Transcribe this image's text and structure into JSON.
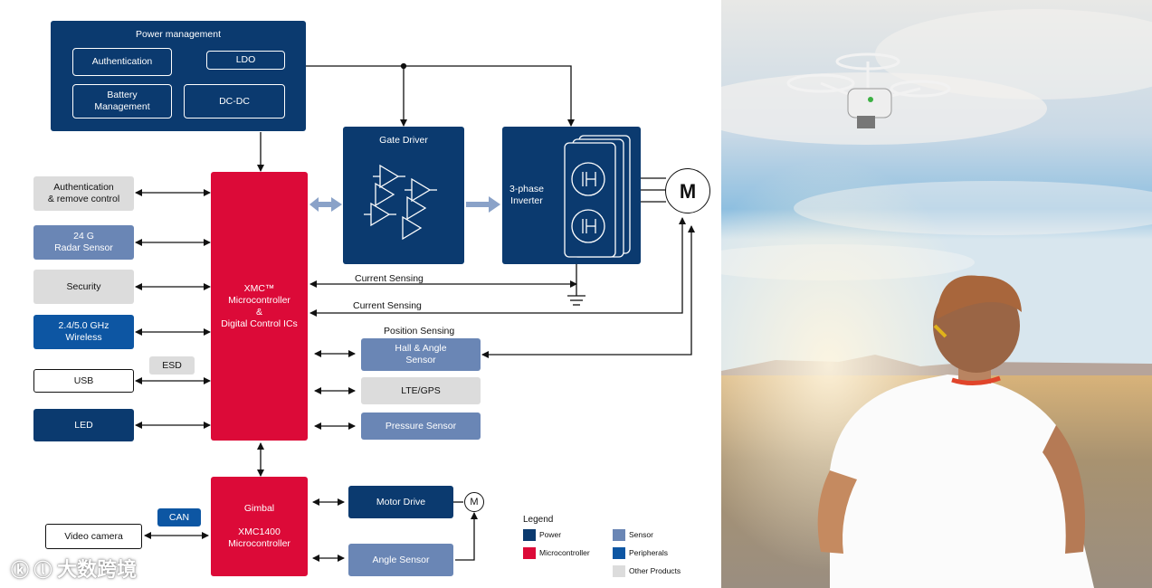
{
  "power_management": {
    "title": "Power management",
    "authentication": "Authentication",
    "ldo": "LDO",
    "battery_management": "Battery\nManagement",
    "dcdc": "DC-DC"
  },
  "gate_driver": {
    "title": "Gate Driver"
  },
  "inverter": {
    "title": "3-phase\nInverter"
  },
  "motor": {
    "label": "M"
  },
  "left_blocks": {
    "auth_remote": "Authentication\n& remove control",
    "radar": "24 G\nRadar Sensor",
    "security": "Security",
    "wireless": "2.4/5.0 GHz\nWireless",
    "esd": "ESD",
    "usb": "USB",
    "led": "LED"
  },
  "mcu": {
    "label": "XMC™\nMicrocontroller\n&\nDigital Control ICs"
  },
  "sensing": {
    "current1": "Current Sensing",
    "current2": "Current Sensing",
    "position": "Position Sensing"
  },
  "right_blocks": {
    "hall_angle": "Hall & Angle\nSensor",
    "lte_gps": "LTE/GPS",
    "pressure": "Pressure Sensor"
  },
  "gimbal": {
    "label": "Gimbal\n\nXMC1400\nMicrocontroller"
  },
  "gimbal_blocks": {
    "can": "CAN",
    "video_camera": "Video camera",
    "motor_drive": "Motor Drive",
    "motor_small": "M",
    "angle_sensor": "Angle Sensor"
  },
  "legend": {
    "title": "Legend",
    "items": [
      {
        "label": "Power",
        "color": "#0b3a6f"
      },
      {
        "label": "Microcontroller",
        "color": "#dc0a38"
      },
      {
        "label": "Sensor",
        "color": "#6a86b5"
      },
      {
        "label": "Peripherals",
        "color": "#0d56a3"
      },
      {
        "label": "Other Products",
        "color": "#dcdcdc"
      }
    ]
  },
  "watermark": "大数跨境"
}
